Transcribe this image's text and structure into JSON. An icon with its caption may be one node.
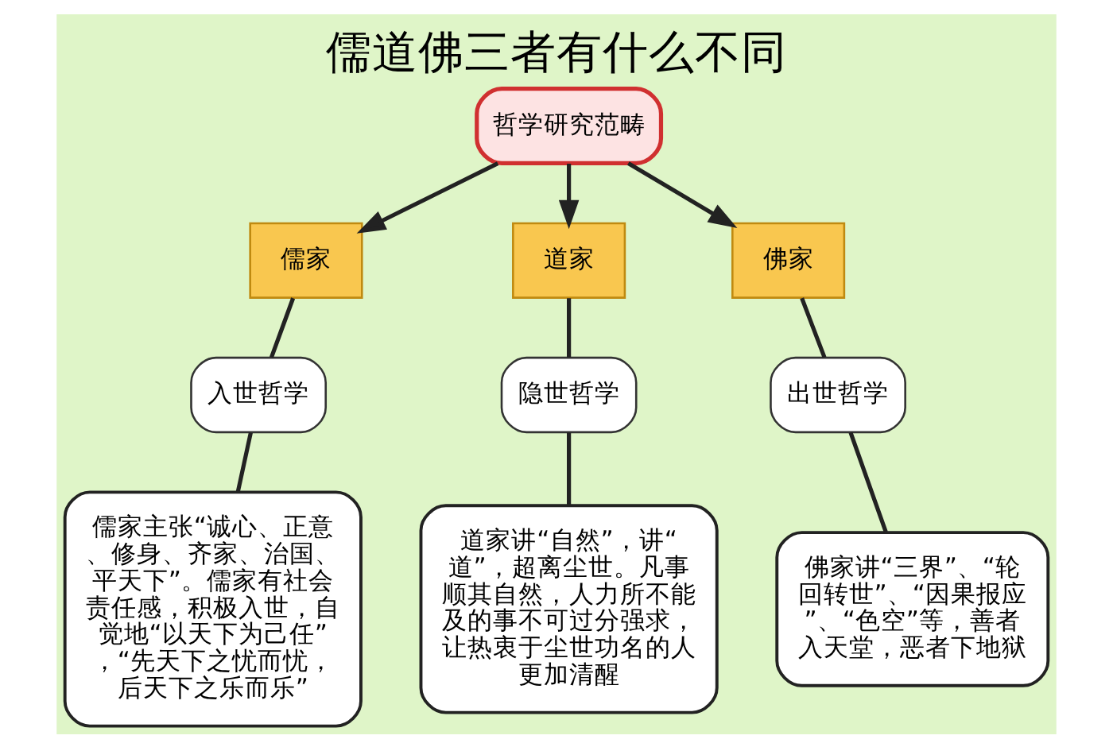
{
  "diagram": {
    "title": "儒道佛三者有什么不同",
    "nodes": [
      {
        "text": [
          "哲学研究范畴"
        ]
      },
      {
        "text": [
          "儒家"
        ]
      },
      {
        "text": [
          "道家"
        ]
      },
      {
        "text": [
          "佛家"
        ]
      },
      {
        "text": [
          "入世哲学"
        ]
      },
      {
        "text": [
          "隐世哲学"
        ]
      },
      {
        "text": [
          "出世哲学"
        ]
      },
      {
        "text": [
          "儒家主张“诚心、正意、修身、齐家、治国、平天下”。儒家有社会责任感，积极入世，自觉地“以天下为己任”，“先天下之忧而忧，后天下之乐而乐”"
        ]
      },
      {
        "text": [
          "道家讲“自然”，讲“道”，超离尘世。凡事顺其自然，人力所不能及的事不可过分强求，让热衷于尘世功名的人更加清醒"
        ]
      },
      {
        "text": [
          "佛家讲“三界”、“轮回转世”、“因果报应”、“色空”等，善者入天堂，恶者下地狱"
        ]
      }
    ],
    "edges": [
      {
        "from": 0,
        "to": 1,
        "arrow": "to"
      },
      {
        "from": 0,
        "to": 2,
        "arrow": "to"
      },
      {
        "from": 0,
        "to": 3,
        "arrow": "to"
      },
      {
        "from": 1,
        "to": 4,
        "arrow": "none"
      },
      {
        "from": 2,
        "to": 5,
        "arrow": "none"
      },
      {
        "from": 3,
        "to": 6,
        "arrow": "none"
      },
      {
        "from": 4,
        "to": 7,
        "arrow": "none"
      },
      {
        "from": 5,
        "to": 8,
        "arrow": "none"
      },
      {
        "from": 6,
        "to": 9,
        "arrow": "none"
      }
    ]
  }
}
